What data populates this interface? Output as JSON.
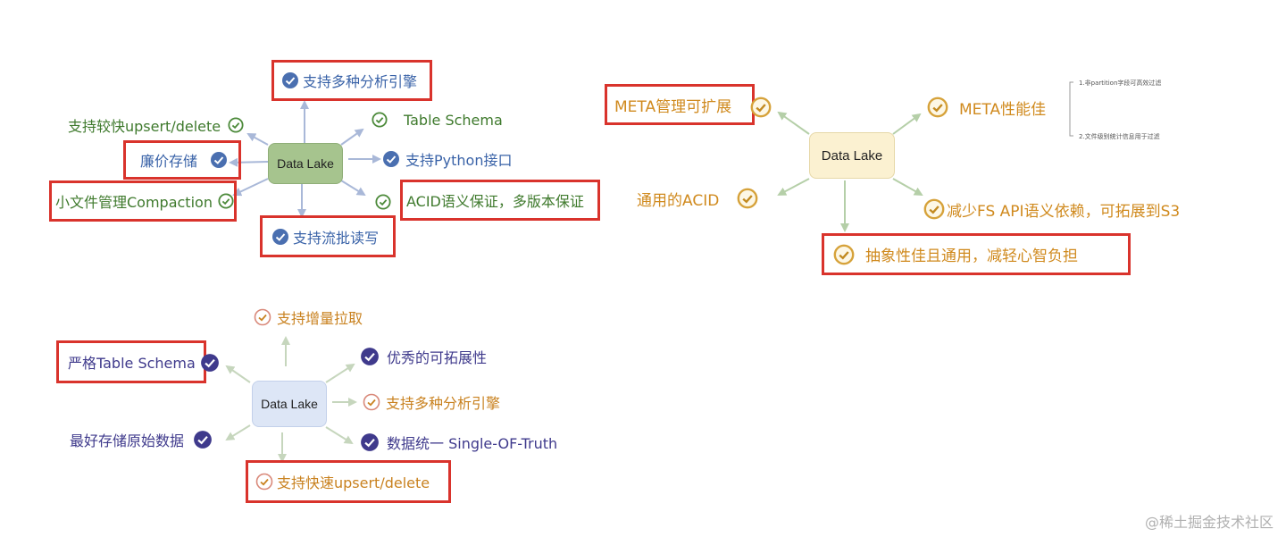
{
  "diagram1": {
    "center": "Data Lake",
    "items": [
      {
        "text": "支持多种分析引擎",
        "highlighted": true,
        "color": "#3a63a8"
      },
      {
        "text": "支持较快upsert/delete",
        "highlighted": false,
        "color": "#3f7a2d"
      },
      {
        "text": "Table Schema",
        "highlighted": false,
        "color": "#3f7a2d"
      },
      {
        "text": "廉价存储",
        "highlighted": true,
        "color": "#3a63a8"
      },
      {
        "text": "支持Python接口",
        "highlighted": false,
        "color": "#3a63a8"
      },
      {
        "text": "小文件管理Compaction",
        "highlighted": true,
        "color": "#3f7a2d"
      },
      {
        "text": "ACID语义保证，多版本保证",
        "highlighted": true,
        "color": "#3f7a2d"
      },
      {
        "text": "支持流批读写",
        "highlighted": true,
        "color": "#3a63a8"
      }
    ]
  },
  "diagram2": {
    "center": "Data Lake",
    "items": [
      {
        "text": "META管理可扩展",
        "highlighted": true
      },
      {
        "text": "META性能佳",
        "highlighted": false
      },
      {
        "text": "通用的ACID",
        "highlighted": false
      },
      {
        "text": "减少FS API语义依赖，可拓展到S3",
        "highlighted": false
      },
      {
        "text": "抽象性佳且通用，减轻心智负担",
        "highlighted": true
      }
    ],
    "notes": [
      "1.非partition字段可高效过滤",
      "2.文件级别统计信息用于过滤"
    ]
  },
  "diagram3": {
    "center": "Data Lake",
    "items": [
      {
        "text": "支持增量拉取",
        "highlighted": false,
        "color": "#c98220"
      },
      {
        "text": "严格Table Schema",
        "highlighted": true,
        "color": "#3f3a8c"
      },
      {
        "text": "优秀的可拓展性",
        "highlighted": false,
        "color": "#3f3a8c"
      },
      {
        "text": "支持多种分析引擎",
        "highlighted": false,
        "color": "#c98220"
      },
      {
        "text": "最好存储原始数据",
        "highlighted": false,
        "color": "#3f3a8c"
      },
      {
        "text": "数据统一 Single-OF-Truth",
        "highlighted": false,
        "color": "#3f3a8c"
      },
      {
        "text": "支持快速upsert/delete",
        "highlighted": true,
        "color": "#c98220"
      }
    ]
  },
  "watermark": "@稀土掘金技术社区"
}
